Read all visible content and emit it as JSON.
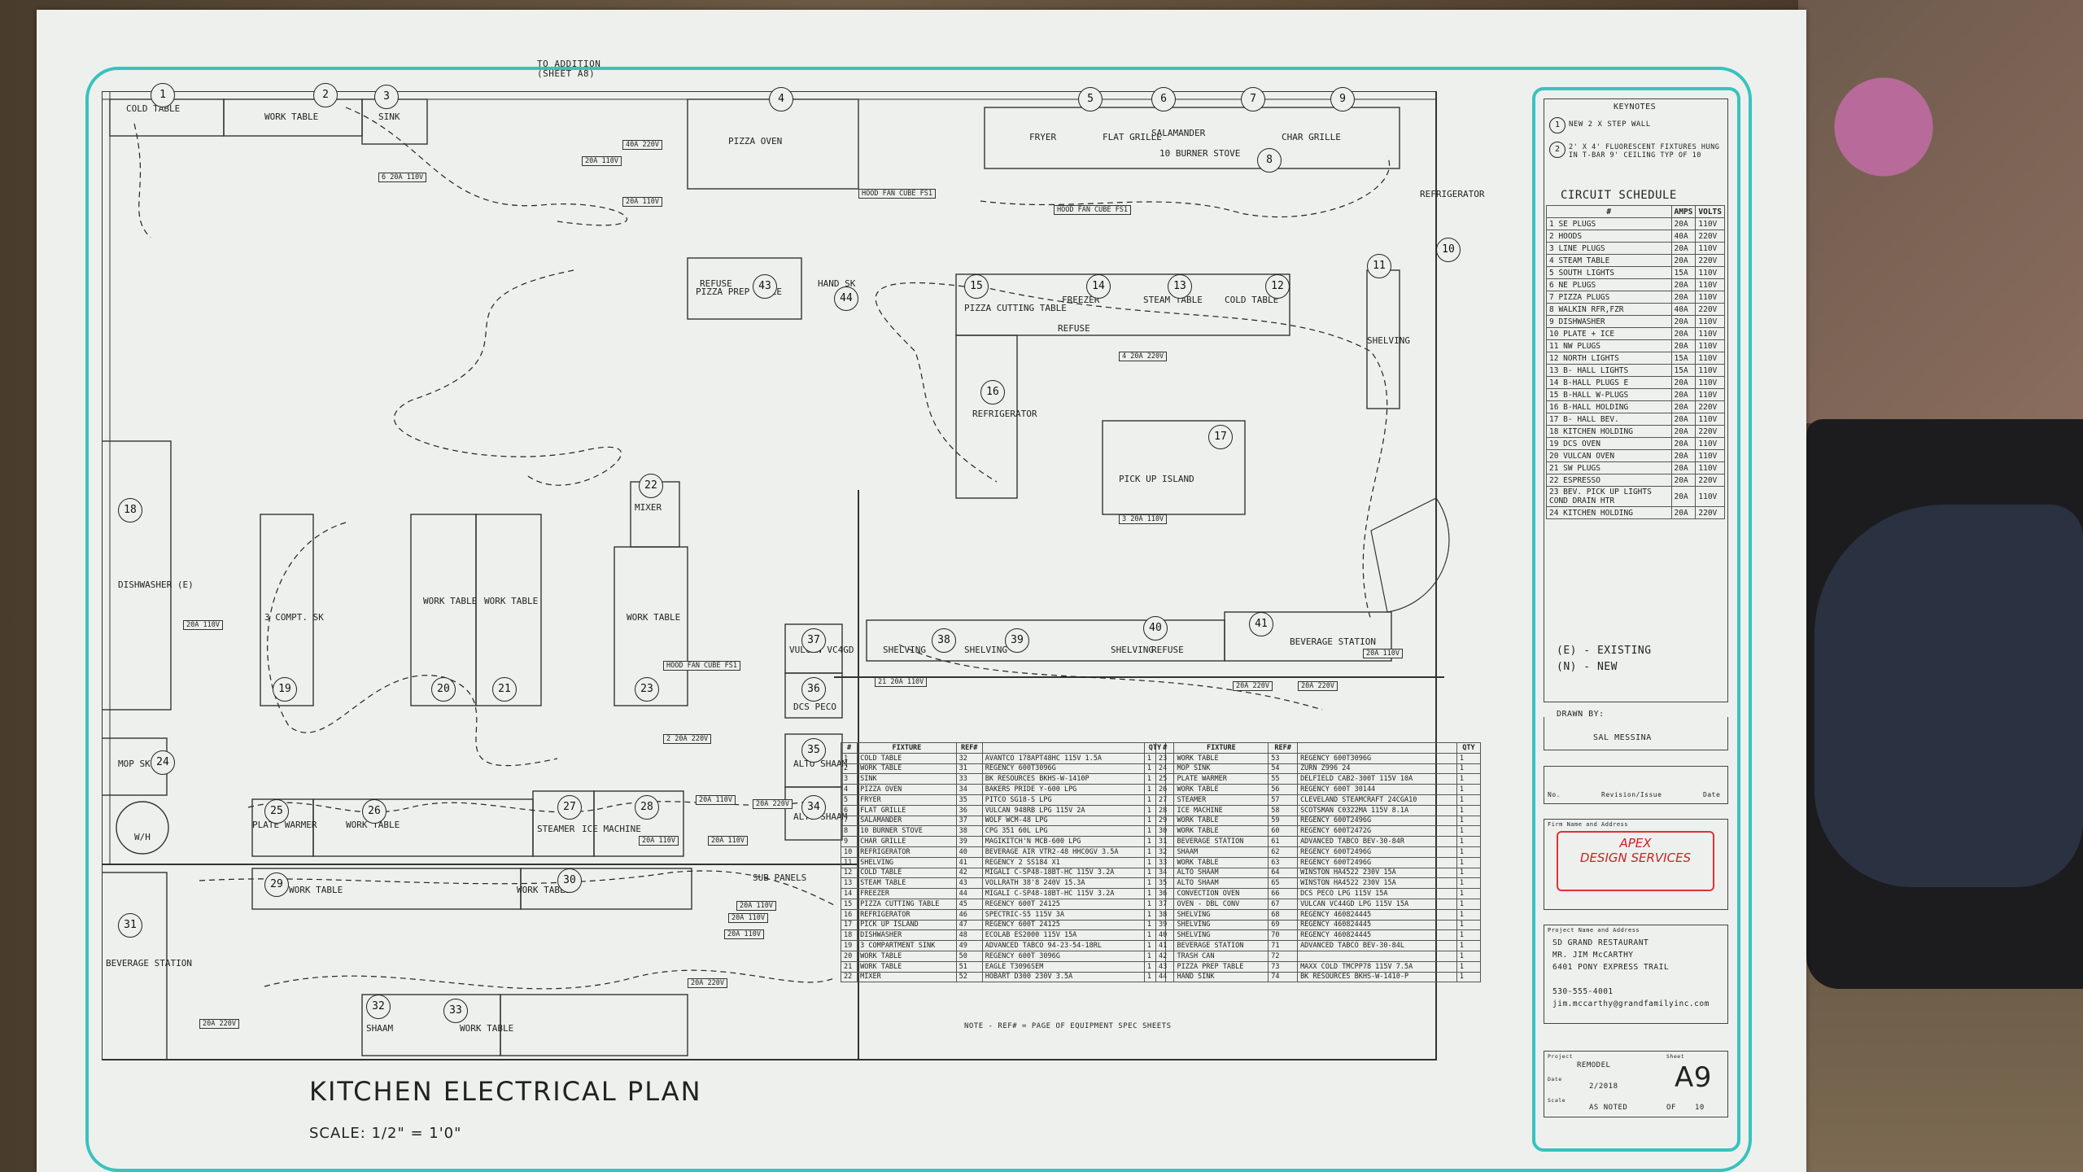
{
  "plan": {
    "title": "KITCHEN ELECTRICAL PLAN",
    "scale": "SCALE: 1/2\" = 1'0\"",
    "note": "NOTE - REF# = PAGE OF EQUIPMENT SPEC SHEETS",
    "to_addition": "TO ADDITION",
    "sheet_ref": "(SHEET A8)",
    "elements": [
      {
        "label": "COLD TABLE",
        "num": "1"
      },
      {
        "label": "WORK TABLE",
        "num": "2"
      },
      {
        "label": "SINK",
        "num": "3"
      },
      {
        "label": "PIZZA OVEN",
        "num": "4"
      },
      {
        "label": "FRYER",
        "num": "5"
      },
      {
        "label": "FLAT GRILLE",
        "num": "6"
      },
      {
        "label": "SALAMANDER",
        "num": "7"
      },
      {
        "label": "10 BURNER STOVE",
        "num": "8"
      },
      {
        "label": "CHAR GRILLE",
        "num": "9"
      },
      {
        "label": "REFRIGERATOR",
        "num": "10"
      },
      {
        "label": "SHELVING",
        "num": "11"
      },
      {
        "label": "COLD TABLE",
        "num": "12"
      },
      {
        "label": "STEAM TABLE",
        "num": "13"
      },
      {
        "label": "FREEZER",
        "num": "14"
      },
      {
        "label": "PIZZA CUTTING TABLE",
        "num": "15"
      },
      {
        "label": "REFRIGERATOR",
        "num": "16"
      },
      {
        "label": "PICK UP ISLAND",
        "num": "17"
      },
      {
        "label": "DISHWASHER (E)",
        "num": "18"
      },
      {
        "label": "3 COMPT. SK",
        "num": "19"
      },
      {
        "label": "WORK TABLE",
        "num": "20"
      },
      {
        "label": "WORK TABLE",
        "num": "21"
      },
      {
        "label": "MIXER",
        "num": "22"
      },
      {
        "label": "WORK TABLE",
        "num": "23"
      },
      {
        "label": "MOP SK",
        "num": "24"
      },
      {
        "label": "PLATE WARMER",
        "num": "25"
      },
      {
        "label": "WORK TABLE",
        "num": "26"
      },
      {
        "label": "STEAMER",
        "num": "27"
      },
      {
        "label": "ICE MACHINE",
        "num": "28"
      },
      {
        "label": "WORK TABLE",
        "num": "29"
      },
      {
        "label": "WORK TABLE",
        "num": "30"
      },
      {
        "label": "BEVERAGE STATION",
        "num": "31"
      },
      {
        "label": "SHAAM",
        "num": "32"
      },
      {
        "label": "WORK TABLE",
        "num": "33"
      },
      {
        "label": "ALTO SHAAM",
        "num": "34"
      },
      {
        "label": "ALTO SHAAM",
        "num": "35"
      },
      {
        "label": "DCS PECO",
        "num": "36"
      },
      {
        "label": "VULCAN VC4GD",
        "num": "37"
      },
      {
        "label": "SHELVING",
        "num": "38"
      },
      {
        "label": "SHELVING",
        "num": "39"
      },
      {
        "label": "SHELVING",
        "num": "40"
      },
      {
        "label": "BEVERAGE STATION",
        "num": "41"
      },
      {
        "label": "PIZZA PREP TABLE",
        "num": "43"
      },
      {
        "label": "HAND SK",
        "num": "44"
      },
      {
        "label": "REFUSE",
        "num": ""
      },
      {
        "label": "REFUSE",
        "num": ""
      },
      {
        "label": "REFUSE",
        "num": ""
      },
      {
        "label": "W/H",
        "num": ""
      },
      {
        "label": "SUB PANELS",
        "num": ""
      }
    ],
    "tags": [
      "6 20A 110V",
      "40A 220V",
      "20A 110V",
      "20A 110V",
      "HOOD FAN CUBE FS1",
      "HOOD FAN CUBE FS1",
      "4 20A 220V",
      "3 20A 110V",
      "20A 110V",
      "2 20A 220V",
      "HOOD FAN CUBE FS1",
      "20A 110V",
      "20A 220V",
      "20A 110V",
      "20A 110V",
      "21 20A 110V",
      "20A 220V",
      "20A 220V",
      "20A 110V",
      "20A 110V",
      "20A 110V",
      "20A 220V",
      "20A 220V",
      "20A 110V"
    ]
  },
  "fixtures_left": {
    "headers": [
      "#",
      "FIXTURE",
      "REF#",
      "",
      "QTY"
    ],
    "rows": [
      [
        "1",
        "COLD TABLE",
        "32",
        "AVANTCO 178APT48HC 115V 1.5A",
        "1"
      ],
      [
        "2",
        "WORK TABLE",
        "31",
        "REGENCY 600T3096G",
        "1"
      ],
      [
        "3",
        "SINK",
        "33",
        "BK RESOURCES BKHS-W-1410P",
        "1"
      ],
      [
        "4",
        "PIZZA OVEN",
        "34",
        "BAKERS PRIDE Y-600 LPG",
        "1"
      ],
      [
        "5",
        "FRYER",
        "35",
        "PITCO SG18-S LPG",
        "1"
      ],
      [
        "6",
        "FLAT GRILLE",
        "36",
        "VULCAN 948RB LPG 115V 2A",
        "1"
      ],
      [
        "7",
        "SALAMANDER",
        "37",
        "WOLF WCM-48 LPG",
        "1"
      ],
      [
        "8",
        "10 BURNER STOVE",
        "38",
        "CPG 351 60L LPG",
        "1"
      ],
      [
        "9",
        "CHAR GRILLE",
        "39",
        "MAGIKITCH'N MCB-600 LPG",
        "1"
      ],
      [
        "10",
        "REFRIGERATOR",
        "40",
        "BEVERAGE AIR VTR2-48 HHC0GV 3.5A",
        "1"
      ],
      [
        "11",
        "SHELVING",
        "41",
        "REGENCY 2 SS184 X1",
        "1"
      ],
      [
        "12",
        "COLD TABLE",
        "42",
        "MIGALI C-SP48-18BT-HC 115V 3.2A",
        "1"
      ],
      [
        "13",
        "STEAM TABLE",
        "43",
        "VOLLRATH 38'8 240V 15.3A",
        "1"
      ],
      [
        "14",
        "FREEZER",
        "44",
        "MIGALI C-SP48-18BT-HC 115V 3.2A",
        "1"
      ],
      [
        "15",
        "PIZZA CUTTING TABLE",
        "45",
        "REGENCY 600T 24125",
        "1"
      ],
      [
        "16",
        "REFRIGERATOR",
        "46",
        "SPECTRIC-S5 115V 3A",
        "1"
      ],
      [
        "17",
        "PICK UP ISLAND",
        "47",
        "REGENCY 600T 24125",
        "1"
      ],
      [
        "18",
        "DISHWASHER",
        "48",
        "ECOLAB ES2000 115V 15A",
        "1"
      ],
      [
        "19",
        "3 COMPARTMENT SINK",
        "49",
        "ADVANCED TABCO 94-23-54-18RL",
        "1"
      ],
      [
        "20",
        "WORK TABLE",
        "50",
        "REGENCY 600T 3096G",
        "1"
      ],
      [
        "21",
        "WORK TABLE",
        "51",
        "EAGLE T3096SEM",
        "1"
      ],
      [
        "22",
        "MIXER",
        "52",
        "HOBART D300 230V 3.5A",
        "1"
      ]
    ]
  },
  "fixtures_right": {
    "headers": [
      "#",
      "FIXTURE",
      "REF#",
      "",
      "QTY"
    ],
    "rows": [
      [
        "23",
        "WORK TABLE",
        "53",
        "REGENCY 600T3096G",
        "1"
      ],
      [
        "24",
        "MOP SINK",
        "54",
        "ZURN Z996 24",
        "1"
      ],
      [
        "25",
        "PLATE WARMER",
        "55",
        "DELFIELD CAB2-300T 115V 10A",
        "1"
      ],
      [
        "26",
        "WORK TABLE",
        "56",
        "REGENCY 600T 30144",
        "1"
      ],
      [
        "27",
        "STEAMER",
        "57",
        "CLEVELAND STEAMCRAFT 24CGA10",
        "1"
      ],
      [
        "28",
        "ICE MACHINE",
        "58",
        "SCOTSMAN C0322MA 115V 8.1A",
        "1"
      ],
      [
        "29",
        "WORK TABLE",
        "59",
        "REGENCY 600T2496G",
        "1"
      ],
      [
        "30",
        "WORK TABLE",
        "60",
        "REGENCY 600T2472G",
        "1"
      ],
      [
        "31",
        "BEVERAGE STATION",
        "61",
        "ADVANCED TABCO BEV-30-84R",
        "1"
      ],
      [
        "32",
        "SHAAM",
        "62",
        "REGENCY 600T2496G",
        "1"
      ],
      [
        "33",
        "WORK TABLE",
        "63",
        "REGENCY 600T2496G",
        "1"
      ],
      [
        "34",
        "ALTO SHAAM",
        "64",
        "WINSTON HA4522 230V 15A",
        "1"
      ],
      [
        "35",
        "ALTO SHAAM",
        "65",
        "WINSTON HA4522 230V 15A",
        "1"
      ],
      [
        "36",
        "CONVECTION OVEN",
        "66",
        "DCS PECO LPG 115V 15A",
        "1"
      ],
      [
        "37",
        "OVEN - DBL CONV",
        "67",
        "VULCAN VC44GD LPG 115V 15A",
        "1"
      ],
      [
        "38",
        "SHELVING",
        "68",
        "REGENCY 460824445",
        "1"
      ],
      [
        "39",
        "SHELVING",
        "69",
        "REGENCY 460824445",
        "1"
      ],
      [
        "40",
        "SHELVING",
        "70",
        "REGENCY 460824445",
        "1"
      ],
      [
        "41",
        "BEVERAGE STATION",
        "71",
        "ADVANCED TABCO BEV-30-84L",
        "1"
      ],
      [
        "42",
        "TRASH CAN",
        "72",
        "",
        "1"
      ],
      [
        "43",
        "PIZZA PREP TABLE",
        "73",
        "MAXX COLD TMCPP78 115V 7.5A",
        "1"
      ],
      [
        "44",
        "HAND SINK",
        "74",
        "BK RESOURCES BKHS-W-1410-P",
        "1"
      ]
    ]
  },
  "title_block": {
    "keynotes_title": "KEYNOTES",
    "keynotes": [
      "NEW 2 X STEP WALL",
      "2' X 4' FLUORESCENT FIXTURES HUNG IN T-BAR 9' CEILING TYP OF 10"
    ],
    "circuit_title": "CIRCUIT SCHEDULE",
    "circuit_headers": [
      "#",
      "AMPS",
      "VOLTS"
    ],
    "circuits": [
      [
        "1 SE PLUGS",
        "20A",
        "110V"
      ],
      [
        "2 HOODS",
        "40A",
        "220V"
      ],
      [
        "3 LINE PLUGS",
        "20A",
        "110V"
      ],
      [
        "4 STEAM TABLE",
        "20A",
        "220V"
      ],
      [
        "5 SOUTH LIGHTS",
        "15A",
        "110V"
      ],
      [
        "6 NE PLUGS",
        "20A",
        "110V"
      ],
      [
        "7 PIZZA PLUGS",
        "20A",
        "110V"
      ],
      [
        "8 WALKIN RFR,FZR",
        "40A",
        "220V"
      ],
      [
        "9 DISHWASHER",
        "20A",
        "110V"
      ],
      [
        "10 PLATE + ICE",
        "20A",
        "110V"
      ],
      [
        "11 NW PLUGS",
        "20A",
        "110V"
      ],
      [
        "12 NORTH LIGHTS",
        "15A",
        "110V"
      ],
      [
        "13 B- HALL LIGHTS",
        "15A",
        "110V"
      ],
      [
        "14 B-HALL PLUGS E",
        "20A",
        "110V"
      ],
      [
        "15 B-HALL W-PLUGS",
        "20A",
        "110V"
      ],
      [
        "16 B-HALL HOLDING",
        "20A",
        "220V"
      ],
      [
        "17 B- HALL BEV.",
        "20A",
        "110V"
      ],
      [
        "18 KITCHEN HOLDING",
        "20A",
        "220V"
      ],
      [
        "19 DCS OVEN",
        "20A",
        "110V"
      ],
      [
        "20 VULCAN OVEN",
        "20A",
        "110V"
      ],
      [
        "21 SW PLUGS",
        "20A",
        "110V"
      ],
      [
        "22 ESPRESSO",
        "20A",
        "220V"
      ],
      [
        "23 BEV. PICK UP LIGHTS COND DRAIN HTR",
        "20A",
        "110V"
      ],
      [
        "24 KITCHEN HOLDING",
        "20A",
        "220V"
      ]
    ],
    "legend_e": "(E) - EXISTING",
    "legend_n": "(N) - NEW",
    "drawn_by": "DRAWN BY:",
    "drawn_name": "SAL MESSINA",
    "rev_headers": [
      "No.",
      "Revision/Issue",
      "Date"
    ],
    "firm_label": "Firm Name and Address",
    "firm_name_1": "APEX",
    "firm_name_2": "DESIGN SERVICES",
    "project_label": "Project Name and Address",
    "project_lines": [
      "SD GRAND RESTAURANT",
      "MR. JIM McCARTHY",
      "6401 PONY EXPRESS TRAIL",
      "",
      "530-555-4001",
      "jim.mccarthy@grandfamilyinc.com"
    ],
    "project": "Project",
    "project_val": "REMODEL",
    "sheet": "Sheet",
    "sheet_num": "A9",
    "date_label": "Date",
    "date_val": "2/2018",
    "scale_label": "Scale",
    "scale_val": "AS NOTED",
    "of_label": "OF",
    "of_val": "10"
  }
}
